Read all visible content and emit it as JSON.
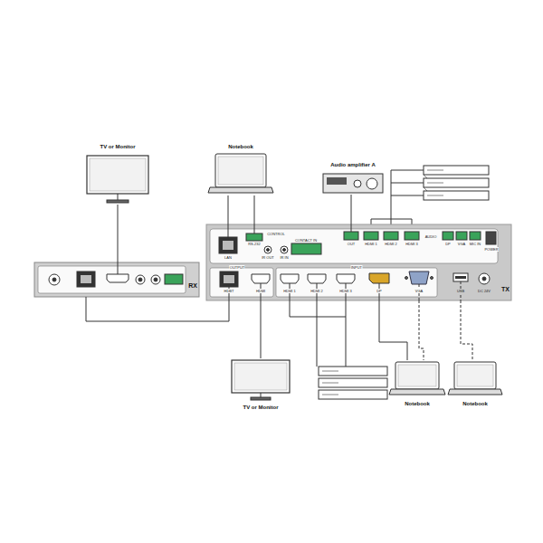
{
  "diagram": {
    "nodes": [
      {
        "text": [
          "TV or Monitor"
        ]
      },
      {
        "text": [
          "Notebook"
        ]
      },
      {
        "text": [
          "Audio amplifier A"
        ]
      },
      {
        "text": [
          "RX"
        ]
      },
      {
        "text": [
          "TX"
        ]
      },
      {
        "text": [
          "TV or Monitor"
        ]
      },
      {
        "text": [
          "Notebook"
        ]
      },
      {
        "text": [
          "Notebook"
        ]
      }
    ],
    "edges": [
      {
        "from": 3,
        "to": 0,
        "arrow": "none"
      },
      {
        "from": 4,
        "to": 3,
        "arrow": "none"
      },
      {
        "from": 1,
        "to": 4,
        "arrow": "none"
      },
      {
        "from": 1,
        "to": 4,
        "arrow": "none"
      },
      {
        "from": 2,
        "to": 4,
        "arrow": "none"
      },
      {
        "from": 4,
        "to": 5,
        "arrow": "none"
      },
      {
        "from": 4,
        "to": 6,
        "arrow": "none"
      },
      {
        "from": 4,
        "to": 6,
        "arrow": "none"
      },
      {
        "from": 4,
        "to": 7,
        "arrow": "none"
      }
    ],
    "labels": [
      "LAN",
      "RS-232",
      "CONTROL",
      "IR OUT",
      "IR IN",
      "CONTACT IN",
      "OUT",
      "HDMI 1",
      "HDMI 2",
      "HDMI 3",
      "AUDIO",
      "DP",
      "VGA",
      "MIC IN",
      "POWER",
      "OUTPUT",
      "HDBT",
      "HDMI",
      "INPUT",
      "HDMI 1",
      "HDMI 2",
      "HDMI 3",
      "DP",
      "VGA",
      "USB",
      "DC 24V"
    ]
  }
}
